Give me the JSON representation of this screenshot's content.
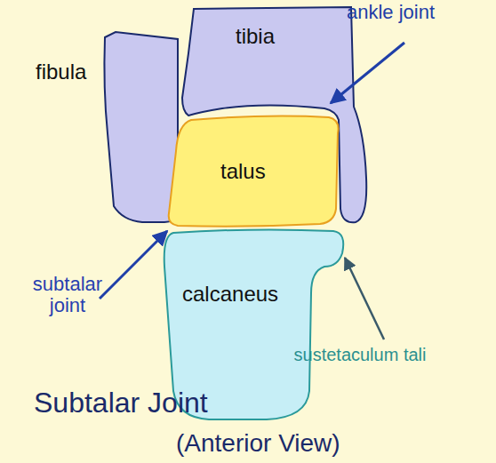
{
  "diagram": {
    "title": "Subtalar Joint",
    "caption": "(Anterior View)",
    "nodes": [
      {
        "text": [
          "fibula"
        ]
      },
      {
        "text": [
          "tibia"
        ]
      },
      {
        "text": [
          "talus"
        ]
      },
      {
        "text": [
          "calcaneus"
        ]
      }
    ],
    "labels": [
      "ankle joint",
      "subtalar joint",
      "sustetaculum tali"
    ]
  }
}
